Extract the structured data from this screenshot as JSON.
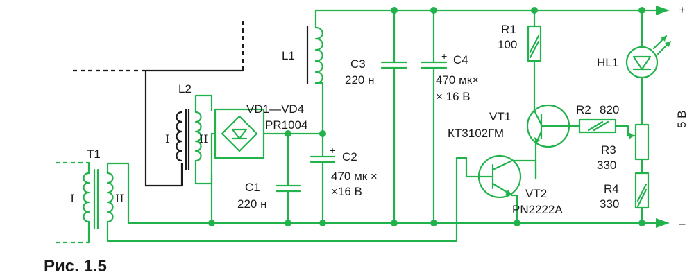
{
  "figure_caption": "Рис. 1.5",
  "supply_voltage": "5 В",
  "terminals": {
    "plus": "+",
    "minus": "–"
  },
  "winding_labels": {
    "primary": "I",
    "secondary": "II"
  },
  "components": {
    "T1": {
      "ref": "T1"
    },
    "L2": {
      "ref": "L2"
    },
    "L1": {
      "ref": "L1"
    },
    "VD": {
      "ref": "VD1—VD4",
      "value": "PR1004"
    },
    "C1": {
      "ref": "C1",
      "value": "220 н"
    },
    "C2": {
      "ref": "C2",
      "value_line1": "470 мк ×",
      "value_line2": "×16 В"
    },
    "C3": {
      "ref": "C3",
      "value": "220 н"
    },
    "C4": {
      "ref": "C4",
      "value_line1": "470 мк×",
      "value_line2": "× 16 В"
    },
    "R1": {
      "ref": "R1",
      "value": "100"
    },
    "R2": {
      "ref": "R2",
      "value": "820"
    },
    "R3": {
      "ref": "R3",
      "value": "330"
    },
    "R4": {
      "ref": "R4",
      "value": "330"
    },
    "VT1": {
      "ref": "VT1",
      "value": "КТ3102ГМ"
    },
    "VT2": {
      "ref": "VT2",
      "value": "PN2222A"
    },
    "HL1": {
      "ref": "HL1"
    }
  },
  "polarity_mark": "+"
}
